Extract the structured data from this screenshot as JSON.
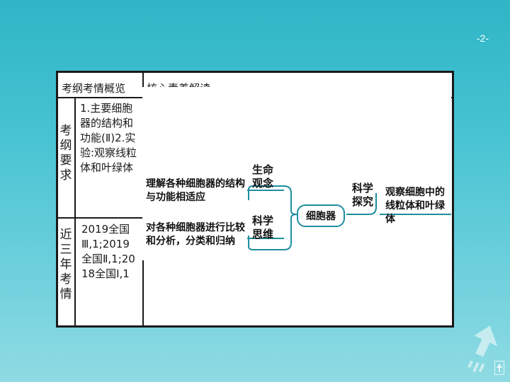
{
  "page_number": "-2-",
  "table": {
    "header": {
      "col1": "考纲考情概览",
      "col2": "核心素养解读"
    },
    "row1": {
      "label": "考纲要求",
      "content": "1.主要细胞器的结构和功能(Ⅱ)2.实验:观察线粒体和叶绿体"
    },
    "row2": {
      "label": "近三年考情",
      "content": "2019全国Ⅲ,1;2019全国Ⅱ,1;2018全国Ⅰ,1"
    }
  },
  "mindmap": {
    "left_top": "理解各种细胞器的结构与功能相适应",
    "left_bottom": "对各种细胞器进行比较和分析，分类和归纳",
    "branch_top": "生命观念",
    "branch_bottom": "科学思维",
    "center": "细胞器",
    "branch_right": "科学探究",
    "right_text": "观察细胞中的线粒体和叶绿体"
  },
  "colors": {
    "background": "#47c3d2",
    "accent": "#1e8ea0"
  },
  "icons": {
    "decoration": "arrow-up-right-icon",
    "nav": "up-arrow-icon"
  }
}
